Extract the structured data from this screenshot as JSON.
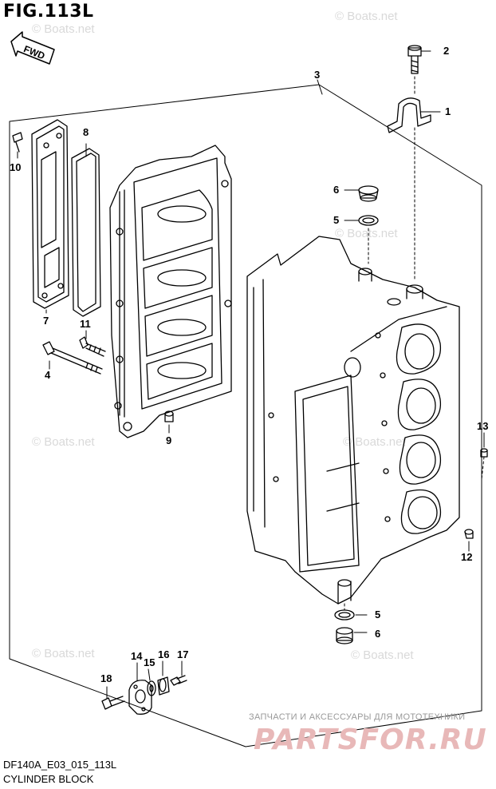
{
  "figure": {
    "title": "FIG.113L",
    "direction_badge": "FWD",
    "model_code": "DF140A_E03_015_113L",
    "caption": "CYLINDER BLOCK"
  },
  "callouts": [
    "1",
    "2",
    "3",
    "4",
    "5",
    "5",
    "6",
    "6",
    "7",
    "8",
    "9",
    "10",
    "11",
    "12",
    "13",
    "14",
    "15",
    "16",
    "17",
    "18"
  ],
  "watermarks": [
    "© Boats.net",
    "© Boats.net",
    "© Boats.net",
    "© Boats.net",
    "© Boats.net",
    "© Boats.net",
    "© Boats.net"
  ],
  "promo": {
    "tagline": "ЗАПЧАСТИ И АКСЕССУАРЫ ДЛЯ МОТОТЕХНИКИ",
    "logo": "PARTSFOR.RU",
    "logo_color": "#e8b8b8"
  }
}
